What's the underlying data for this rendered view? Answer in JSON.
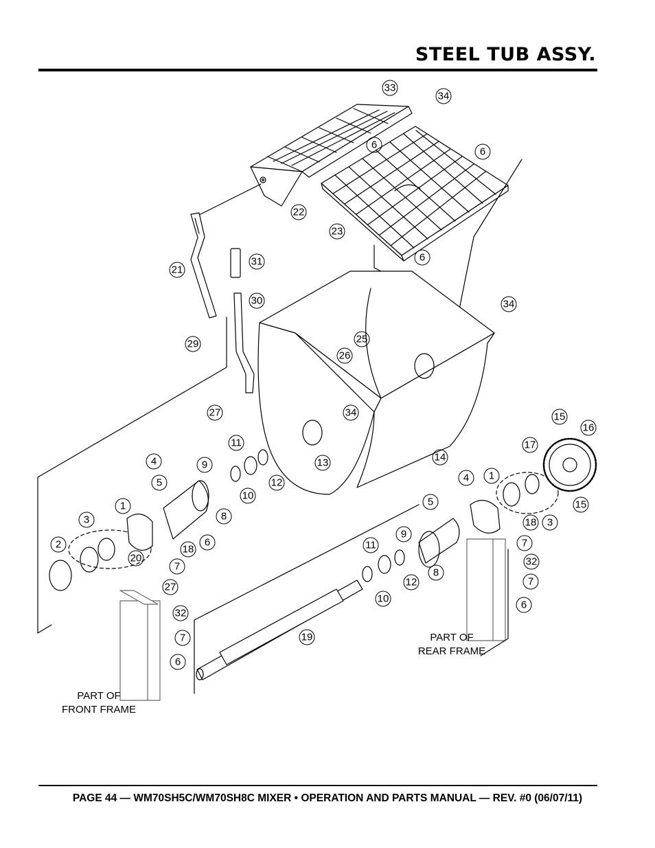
{
  "header": {
    "title": "STEEL TUB ASSY."
  },
  "footer": {
    "text": "PAGE 44 — WM70SH5C/WM70SH8C MIXER • OPERATION AND PARTS MANUAL — REV. #0 (06/07/11)"
  },
  "labels": {
    "front_frame_line1": "PART OF",
    "front_frame_line2": "FRONT FRAME",
    "rear_frame_line1": "PART OF",
    "rear_frame_line2": "REAR FRAME"
  },
  "callouts": [
    "33",
    "34",
    "6",
    "6",
    "22",
    "23",
    "6",
    "21",
    "31",
    "30",
    "34",
    "29",
    "25",
    "26",
    "27",
    "34",
    "11",
    "13",
    "14",
    "15",
    "16",
    "17",
    "4",
    "9",
    "5",
    "10",
    "12",
    "4",
    "1",
    "1",
    "5",
    "8",
    "3",
    "6",
    "18",
    "3",
    "2",
    "20",
    "7",
    "27",
    "9",
    "11",
    "15",
    "18",
    "7",
    "12",
    "8",
    "32",
    "7",
    "10",
    "6",
    "32",
    "7",
    "6",
    "19"
  ]
}
